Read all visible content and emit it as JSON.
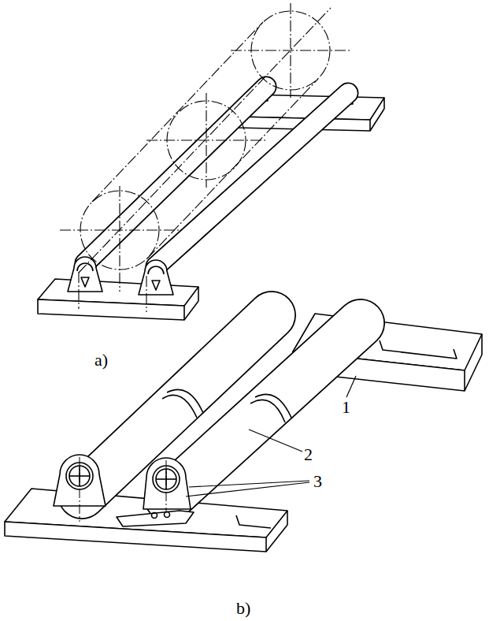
{
  "diagram": {
    "labels": [
      "a)",
      "1",
      "2",
      "3",
      "b)"
    ]
  }
}
